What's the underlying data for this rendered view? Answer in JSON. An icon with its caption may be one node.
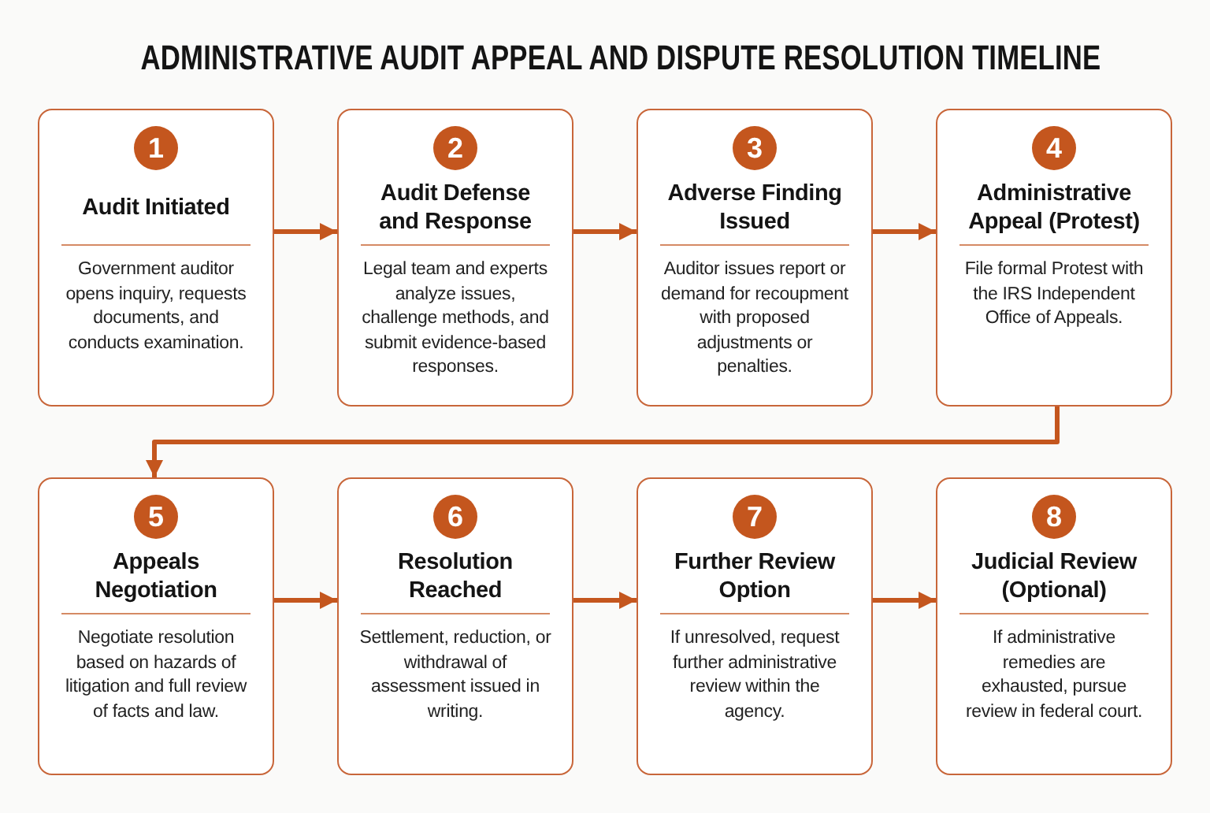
{
  "diagram": {
    "title": "ADMINISTRATIVE AUDIT APPEAL AND DISPUTE RESOLUTION TIMELINE",
    "nodes": [
      {
        "text": [
          "1",
          "Audit Initiated",
          "Government auditor opens inquiry, requests documents, and conducts examination."
        ]
      },
      {
        "text": [
          "2",
          "Audit Defense and Response",
          "Legal team and experts analyze issues, challenge methods, and submit evidence-based responses."
        ]
      },
      {
        "text": [
          "3",
          "Adverse Finding Issued",
          "Auditor issues report or demand for recoupment with proposed adjustments or penalties."
        ]
      },
      {
        "text": [
          "4",
          "Administrative Appeal (Protest)",
          "File formal Protest with the IRS Independent Office of Appeals."
        ]
      },
      {
        "text": [
          "5",
          "Appeals Negotiation",
          "Negotiate resolution based on hazards of litigation and full review of facts and law."
        ]
      },
      {
        "text": [
          "6",
          "Resolution Reached",
          "Settlement, reduction, or withdrawal of assessment issued in writing."
        ]
      },
      {
        "text": [
          "7",
          "Further Review Option",
          "If unresolved, request further administrative review within the agency."
        ]
      },
      {
        "text": [
          "8",
          "Judicial Review (Optional)",
          "If administrative remedies are exhausted, pursue review in federal court."
        ]
      }
    ],
    "edges": [
      {
        "from": 0,
        "to": 1,
        "arrow": "to"
      },
      {
        "from": 1,
        "to": 2,
        "arrow": "to"
      },
      {
        "from": 2,
        "to": 3,
        "arrow": "to"
      },
      {
        "from": 3,
        "to": 4,
        "arrow": "to"
      },
      {
        "from": 4,
        "to": 5,
        "arrow": "to"
      },
      {
        "from": 5,
        "to": 6,
        "arrow": "to"
      },
      {
        "from": 6,
        "to": 7,
        "arrow": "to"
      }
    ]
  }
}
